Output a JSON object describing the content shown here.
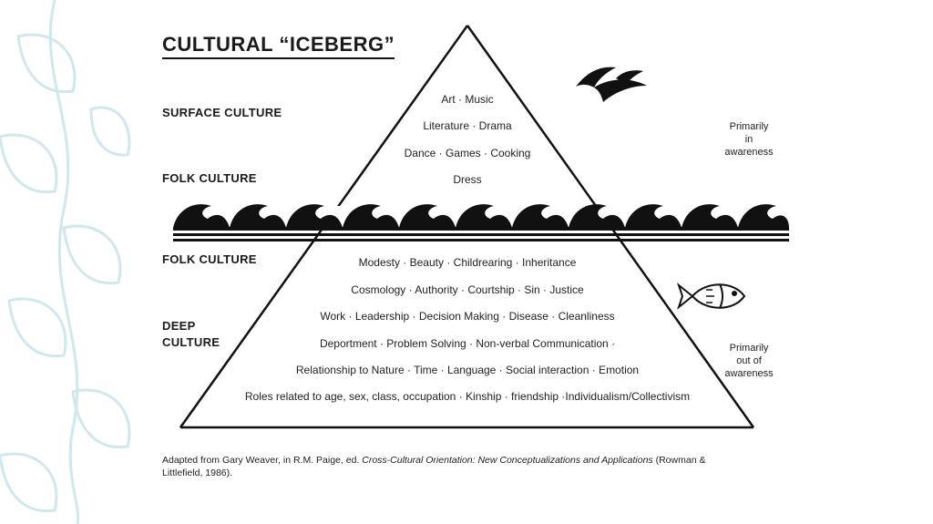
{
  "title": "CULTURAL “ICEBERG”",
  "labels": {
    "surface": "SURFACE CULTURE",
    "folk_upper": "FOLK CULTURE",
    "folk_lower": "FOLK CULTURE",
    "deep_line1": "DEEP",
    "deep_line2": "CULTURE"
  },
  "upper_tiers": [
    "Art · Music",
    "Literature · Drama",
    "Dance · Games · Cooking",
    "Dress"
  ],
  "lower_tiers": [
    "Modesty · Beauty · Childrearing · Inheritance",
    "Cosmology · Authority · Courtship · Sin · Justice",
    "Work · Leadership · Decision Making · Disease · Cleanliness",
    "Deportment · Problem Solving · Non-verbal Communication ·",
    "Relationship to Nature · Time · Language · Social interaction · Emotion",
    "Roles related to age, sex, class, occupation · Kinship · friendship ·Individualism/Collectivism"
  ],
  "awareness": {
    "top": [
      "Primarily",
      "in",
      "awareness"
    ],
    "bottom": [
      "Primarily",
      "out of",
      "awareness"
    ]
  },
  "citation": {
    "prefix": "Adapted from Gary Weaver, in R.M. Paige, ed. ",
    "book": "Cross-Cultural Orientation: New Conceptualizations and Applications",
    "suffix": " (Rowman & Littlefield, 1986)."
  },
  "icons": [
    "birds-icon",
    "waves-icon",
    "fish-icon",
    "leaf-pattern-icon"
  ],
  "colors": {
    "ink": "#111111",
    "leaf": "#d6ecef"
  }
}
